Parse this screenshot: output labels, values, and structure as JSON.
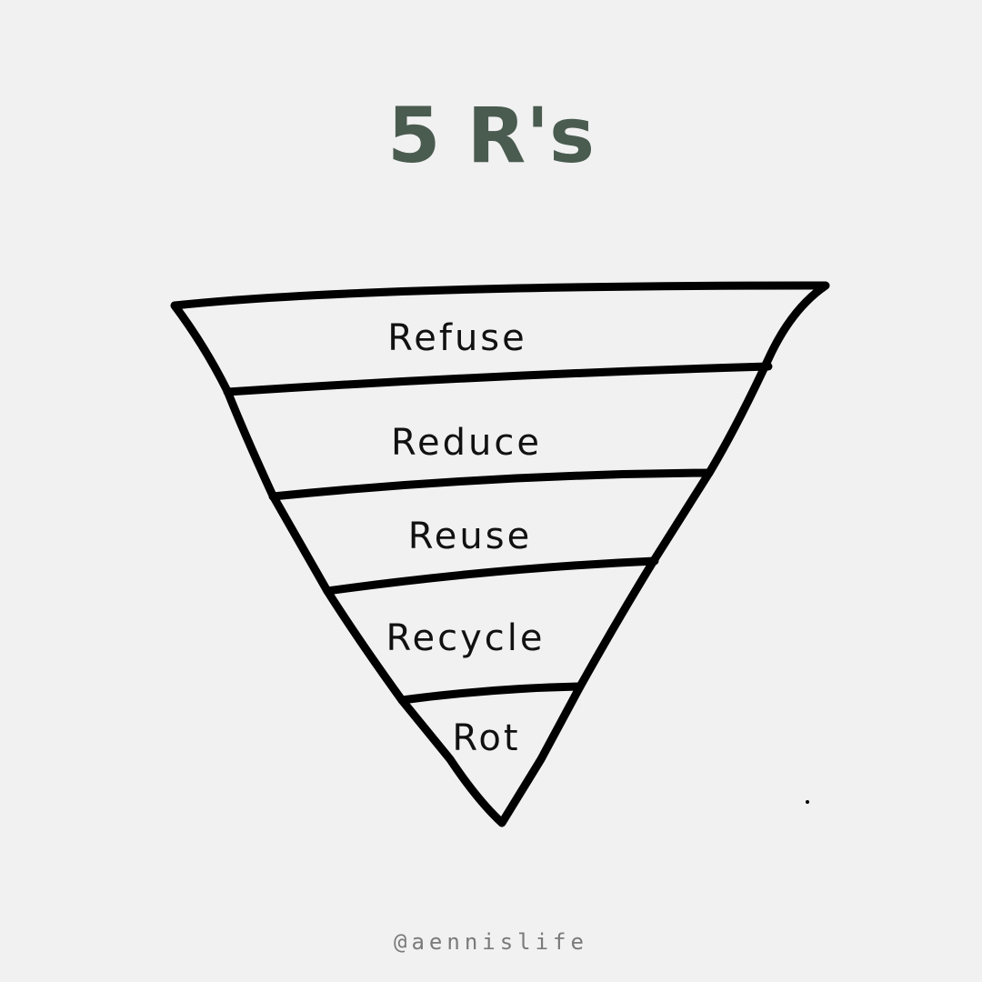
{
  "title": "5 R's",
  "levels": [
    "Refuse",
    "Reduce",
    "Reuse",
    "Recycle",
    "Rot"
  ],
  "handle": "@aennislife",
  "colors": {
    "title": "#4a5b50",
    "line": "#000000",
    "background": "#f1f1f1"
  }
}
